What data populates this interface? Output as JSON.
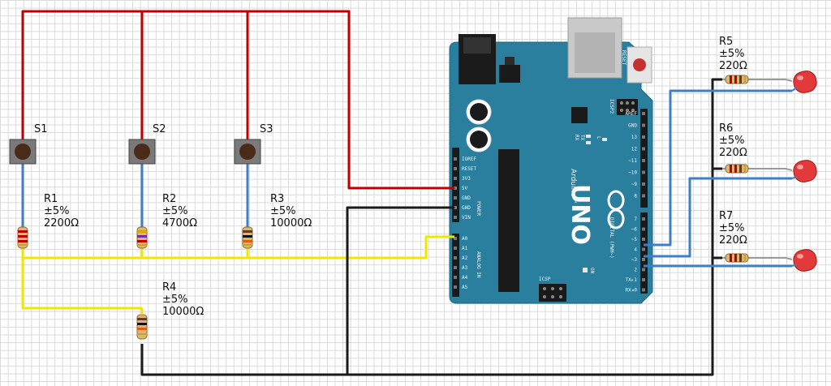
{
  "switches": [
    {
      "name": "S1"
    },
    {
      "name": "S2"
    },
    {
      "name": "S3"
    }
  ],
  "resistors": [
    {
      "name": "R1",
      "tolerance": "±5%",
      "value": "2200Ω"
    },
    {
      "name": "R2",
      "tolerance": "±5%",
      "value": "4700Ω"
    },
    {
      "name": "R3",
      "tolerance": "±5%",
      "value": "10000Ω"
    },
    {
      "name": "R4",
      "tolerance": "±5%",
      "value": "10000Ω"
    },
    {
      "name": "R5",
      "tolerance": "±5%",
      "value": "220Ω"
    },
    {
      "name": "R6",
      "tolerance": "±5%",
      "value": "220Ω"
    },
    {
      "name": "R7",
      "tolerance": "±5%",
      "value": "220Ω"
    }
  ],
  "board": {
    "logo": "UNO",
    "brand": "Arduino™",
    "reset": "RESET",
    "icsp": "ICSP",
    "icsp2": "ICSP2",
    "on": "ON",
    "tx": "TX",
    "rx": "RX",
    "l": "L",
    "power_header": "POWER",
    "analog_header": "ANALOG IN",
    "digital_header": "DIGITAL (PWM~)",
    "power_pins": [
      "IOREF",
      "RESET",
      "3V3",
      "5V",
      "GND",
      "GND",
      "VIN"
    ],
    "analog_pins": [
      "A0",
      "A1",
      "A2",
      "A3",
      "A4",
      "A5"
    ],
    "digital_top": [
      "AREF",
      "GND",
      "13",
      "12",
      "~11",
      "~10",
      "~9",
      "8"
    ],
    "digital_bottom": [
      "7",
      "~6",
      "~5",
      "4",
      "~3",
      "2",
      "TX▸1",
      "RX◂0"
    ]
  },
  "wire_colors": {
    "power": "#c00000",
    "ground": "#1a1a1a",
    "analog": "#f2e600",
    "signal": "#3f7fc4",
    "board": "#2a7f9e"
  }
}
